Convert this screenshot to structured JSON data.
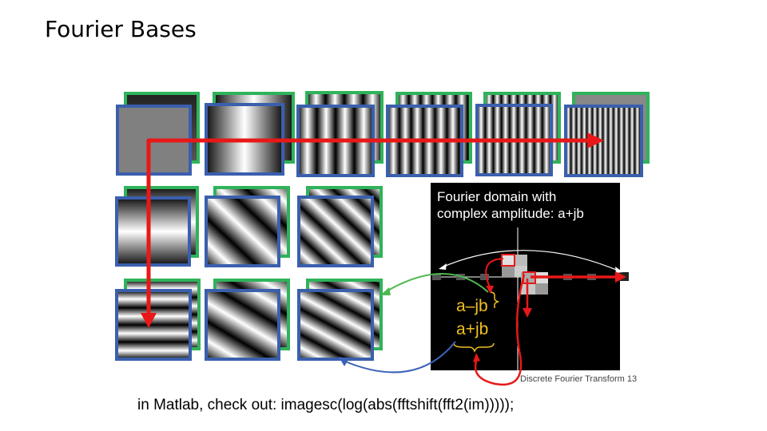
{
  "slide": {
    "title": "Fourier Bases",
    "caption": "in Matlab, check out: imagesc(log(abs(fftshift(fft2(im)))));"
  },
  "panel": {
    "line1": "Fourier domain with",
    "line2": "complex amplitude: a+jb",
    "label_minus": "a–jb",
    "label_plus": "a+jb",
    "source": "Discrete Fourier Transform 13"
  },
  "colors": {
    "green_border": "#2fb35a",
    "blue_border": "#3a5fad",
    "red_arrow": "#e81818",
    "green_arrow": "#4fb84f",
    "blue_arrow": "#3a62b8",
    "label_yellow": "#f0c020",
    "panel_bg": "#000000"
  }
}
